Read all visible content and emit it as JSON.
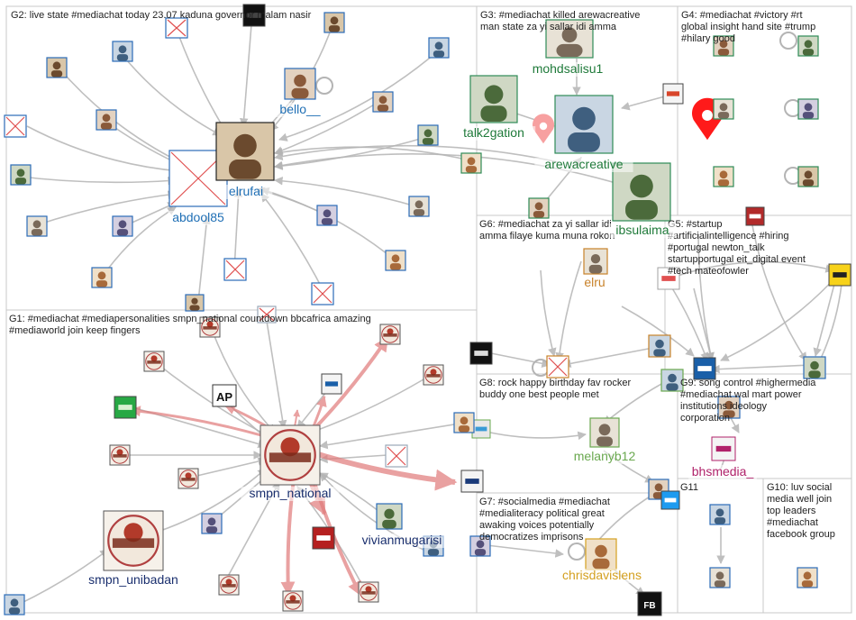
{
  "graph": {
    "colors": {
      "group_border": "#c8c8c8",
      "edge": "#b4b4b4",
      "edge_red": "#e07a7a",
      "node_border": "#2b6cb8",
      "node_border_green": "#2e8b57",
      "broken": "#e05050",
      "pin": "#ff1a1a",
      "pin_light": "#f7a0a0"
    },
    "groups": [
      {
        "id": "G1",
        "text": "G1: #mediachat #mediapersonalities smpn_national countdown bbcafrica amazing #mediaworld join keep fingers"
      },
      {
        "id": "G2",
        "text": "G2: live state #mediachat today 23.07 kaduna governor malam nasir"
      },
      {
        "id": "G3",
        "text": "G3: #mediachat killed arewacreative man state za yi sallar idi amma"
      },
      {
        "id": "G4",
        "text": "G4: #mediachat #victory #rt global insight hand site #trump #hilary good"
      },
      {
        "id": "G5",
        "text": "G5: #startup #artificialintelligence #hiring #portugal newton_talk startupportugal eit_digital event #tech mateofowler"
      },
      {
        "id": "G6",
        "text": "G6: #mediachat za yi sallar idi amma filaye kuma muna rokon"
      },
      {
        "id": "G7",
        "text": "G7: #socialmedia #mediachat #medialiteracy political great awaking voices potentially democratizes imprisons"
      },
      {
        "id": "G8",
        "text": "G8: rock happy birthday fav rocker buddy one best people met"
      },
      {
        "id": "G9",
        "text": "G9: song control #highermedia #mediachat wal mart power institutions ideology corporation"
      },
      {
        "id": "G10",
        "text": "G10: luv social media well join top leaders #mediachat facebook group"
      },
      {
        "id": "G11",
        "text": "G11"
      }
    ],
    "labels": [
      {
        "id": "elrufai",
        "text": "elrufai",
        "color": "#1f6fb5"
      },
      {
        "id": "abdool85",
        "text": "abdool85",
        "color": "#1f6fb5"
      },
      {
        "id": "bello",
        "text": "bello__",
        "color": "#1f6fb5"
      },
      {
        "id": "mohdsalisu1",
        "text": "mohdsalisu1",
        "color": "#1f7a3a"
      },
      {
        "id": "talk2gation",
        "text": "talk2gation",
        "color": "#1f7a3a"
      },
      {
        "id": "arewacreative",
        "text": "arewacreative",
        "color": "#1f7a3a"
      },
      {
        "id": "ibsulaiman",
        "text": "ibsulaima",
        "color": "#1f7a3a"
      },
      {
        "id": "elru",
        "text": "elru",
        "color": "#c8822a"
      },
      {
        "id": "smpn_national",
        "text": "smpn_national",
        "color": "#1a2f6e"
      },
      {
        "id": "smpn_unibadan",
        "text": "smpn_unibadan",
        "color": "#1a2f6e"
      },
      {
        "id": "vivianmugarisi",
        "text": "vivianmugarisi",
        "color": "#1a2f6e"
      },
      {
        "id": "melanyb12",
        "text": "melanyb12",
        "color": "#6aa84f"
      },
      {
        "id": "bhsmedia",
        "text": "bhsmedia_",
        "color": "#b0226a"
      },
      {
        "id": "chrisdavislens",
        "text": "chrisdavislens",
        "color": "#d4a020"
      }
    ]
  }
}
